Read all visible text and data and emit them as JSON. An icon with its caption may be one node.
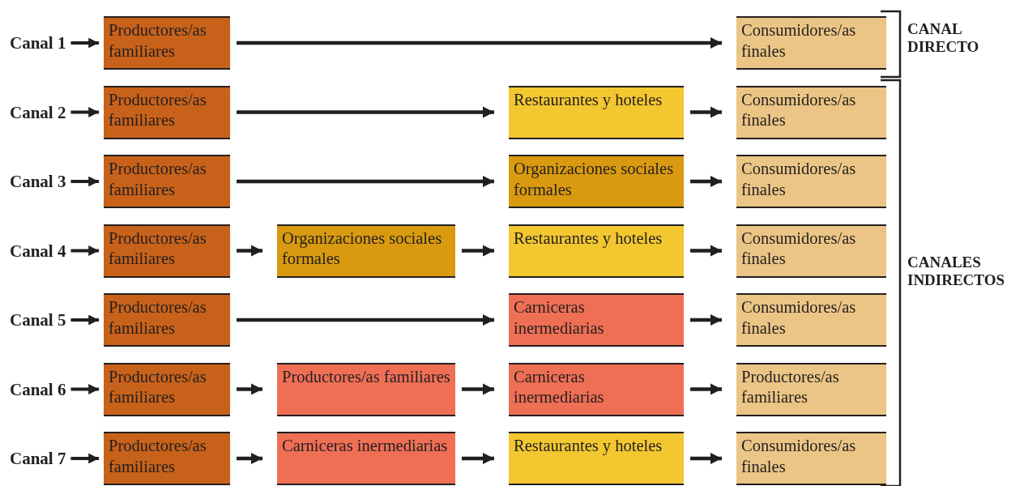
{
  "diagram": {
    "nodes": [
      {
        "text": [
          "Canal 1"
        ]
      },
      {
        "text": [
          "Productores/as familiares"
        ]
      },
      {
        "text": [
          "Consumidores/as finales"
        ]
      },
      {
        "text": [
          "Canal 2"
        ]
      },
      {
        "text": [
          "Productores/as familiares"
        ]
      },
      {
        "text": [
          "Restaurantes y hoteles"
        ]
      },
      {
        "text": [
          "Consumidores/as finales"
        ]
      },
      {
        "text": [
          "Canal 3"
        ]
      },
      {
        "text": [
          "Productores/as familiares"
        ]
      },
      {
        "text": [
          "Organizaciones sociales formales"
        ]
      },
      {
        "text": [
          "Consumidores/as finales"
        ]
      },
      {
        "text": [
          "Canal 4"
        ]
      },
      {
        "text": [
          "Productores/as familiares"
        ]
      },
      {
        "text": [
          "Organizaciones sociales formales"
        ]
      },
      {
        "text": [
          "Restaurantes y hoteles"
        ]
      },
      {
        "text": [
          "Consumidores/as finales"
        ]
      },
      {
        "text": [
          "Canal 5"
        ]
      },
      {
        "text": [
          "Productores/as familiares"
        ]
      },
      {
        "text": [
          "Carniceras inermediarias"
        ]
      },
      {
        "text": [
          "Consumidores/as finales"
        ]
      },
      {
        "text": [
          "Canal 6"
        ]
      },
      {
        "text": [
          "Productores/as familiares"
        ]
      },
      {
        "text": [
          "Productores/as familiares"
        ]
      },
      {
        "text": [
          "Carniceras inermediarias"
        ]
      },
      {
        "text": [
          "Productores/as familiares"
        ]
      },
      {
        "text": [
          "Canal 7"
        ]
      },
      {
        "text": [
          "Productores/as familiares"
        ]
      },
      {
        "text": [
          "Carniceras inermediarias"
        ]
      },
      {
        "text": [
          "Restaurantes y hoteles"
        ]
      },
      {
        "text": [
          "Consumidores/as finales"
        ]
      }
    ],
    "edges": [
      {
        "from": 0,
        "to": 1,
        "arrow": "to"
      },
      {
        "from": 1,
        "to": 2,
        "arrow": "to"
      },
      {
        "from": 3,
        "to": 4,
        "arrow": "to"
      },
      {
        "from": 4,
        "to": 5,
        "arrow": "to"
      },
      {
        "from": 5,
        "to": 6,
        "arrow": "to"
      },
      {
        "from": 7,
        "to": 8,
        "arrow": "to"
      },
      {
        "from": 8,
        "to": 9,
        "arrow": "to"
      },
      {
        "from": 9,
        "to": 10,
        "arrow": "to"
      },
      {
        "from": 11,
        "to": 12,
        "arrow": "to"
      },
      {
        "from": 12,
        "to": 13,
        "arrow": "to"
      },
      {
        "from": 13,
        "to": 14,
        "arrow": "to"
      },
      {
        "from": 14,
        "to": 15,
        "arrow": "to"
      },
      {
        "from": 16,
        "to": 17,
        "arrow": "to"
      },
      {
        "from": 17,
        "to": 18,
        "arrow": "to"
      },
      {
        "from": 18,
        "to": 19,
        "arrow": "to"
      },
      {
        "from": 20,
        "to": 21,
        "arrow": "to"
      },
      {
        "from": 21,
        "to": 22,
        "arrow": "to"
      },
      {
        "from": 22,
        "to": 23,
        "arrow": "to"
      },
      {
        "from": 23,
        "to": 24,
        "arrow": "to"
      },
      {
        "from": 25,
        "to": 26,
        "arrow": "to"
      },
      {
        "from": 26,
        "to": 27,
        "arrow": "to"
      },
      {
        "from": 27,
        "to": 28,
        "arrow": "to"
      },
      {
        "from": 28,
        "to": 29,
        "arrow": "to"
      }
    ],
    "labels": [
      "CANAL DIRECTO",
      "CANALES INDIRECTOS"
    ]
  }
}
